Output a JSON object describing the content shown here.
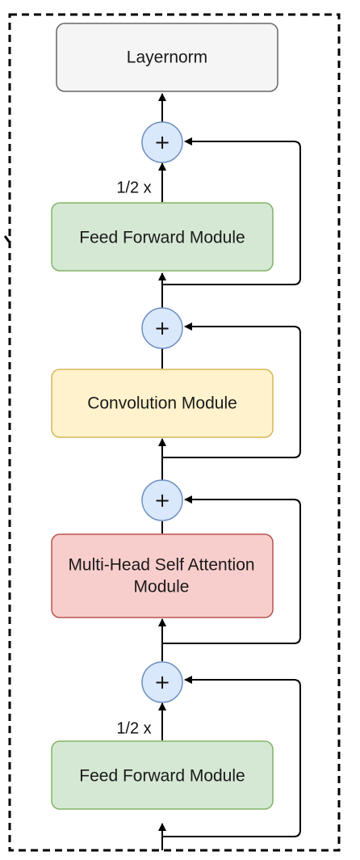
{
  "layernorm": {
    "label": "Layernorm",
    "fill": "#f5f5f5",
    "stroke": "#666666"
  },
  "ffn_top": {
    "label": "Feed Forward Module",
    "scale": "1/2 x",
    "fill": "#d5e8d4",
    "stroke": "#82b366"
  },
  "conv": {
    "label": "Convolution Module",
    "fill": "#fff2cc",
    "stroke": "#d6b656"
  },
  "mhsa": {
    "line1": "Multi-Head Self Attention",
    "line2": "Module",
    "fill": "#f8cecc",
    "stroke": "#b85450"
  },
  "ffn_bottom": {
    "label": "Feed Forward Module",
    "scale": "1/2 x",
    "fill": "#d5e8d4",
    "stroke": "#82b366"
  },
  "adders": {
    "symbol": "+",
    "fill": "#dae8fc",
    "stroke": "#6c8ebf"
  }
}
